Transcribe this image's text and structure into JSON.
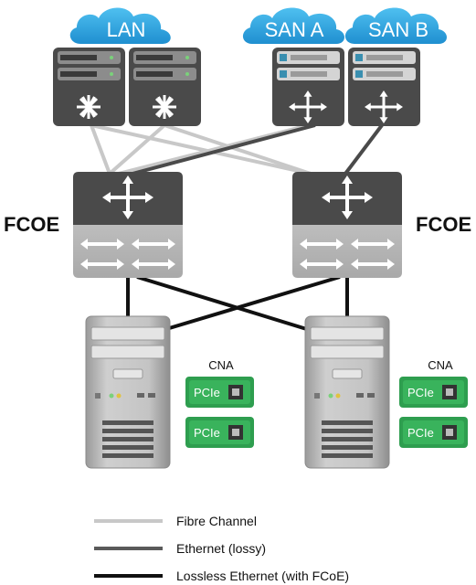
{
  "clouds": {
    "lan": "LAN",
    "san_a": "SAN A",
    "san_b": "SAN B"
  },
  "fcoe": {
    "left": "FCOE",
    "right": "FCOE"
  },
  "cna": {
    "left_title": "CNA",
    "right_title": "CNA",
    "card_label": "PCIe"
  },
  "legend": {
    "items": [
      {
        "label": "Fibre Channel",
        "color": "#c8c8c8"
      },
      {
        "label": "Ethernet (lossy)",
        "color": "#5a5a5a"
      },
      {
        "label": "Lossless Ethernet (with FCoE)",
        "color": "#111111"
      }
    ]
  },
  "colors": {
    "cloud": "#2aa3dd",
    "device_dark": "#4a4a4a",
    "device_light": "#b5b5b5",
    "pcie_green": "#2e9e4f",
    "server_body": "#b9b9b9"
  }
}
